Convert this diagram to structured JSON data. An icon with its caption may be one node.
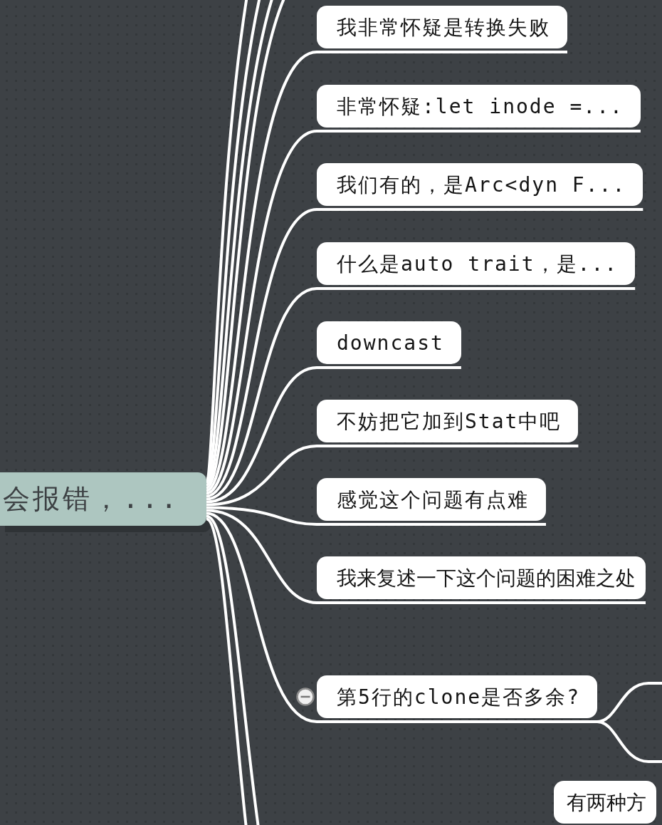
{
  "diagram": {
    "nodes": [
      {
        "text": [
          "会报错，..."
        ]
      },
      {
        "text": [
          "我非常怀疑是转换失败"
        ]
      },
      {
        "text": [
          "非常怀疑:let inode =..."
        ]
      },
      {
        "text": [
          "我们有的，是Arc<dyn F..."
        ]
      },
      {
        "text": [
          "什么是auto trait，是..."
        ]
      },
      {
        "text": [
          "downcast"
        ]
      },
      {
        "text": [
          "不妨把它加到Stat中吧"
        ]
      },
      {
        "text": [
          "感觉这个问题有点难"
        ]
      },
      {
        "text": [
          "我来复述一下这个问题的困难之处"
        ]
      },
      {
        "text": [
          "第5行的clone是否多余?"
        ]
      },
      {
        "text": [
          "有两种方"
        ]
      }
    ],
    "edges": [
      {
        "from": 0,
        "to": 1,
        "arrow": "none"
      },
      {
        "from": 0,
        "to": 2,
        "arrow": "none"
      },
      {
        "from": 0,
        "to": 3,
        "arrow": "none"
      },
      {
        "from": 0,
        "to": 4,
        "arrow": "none"
      },
      {
        "from": 0,
        "to": 5,
        "arrow": "none"
      },
      {
        "from": 0,
        "to": 6,
        "arrow": "none"
      },
      {
        "from": 0,
        "to": 7,
        "arrow": "none"
      },
      {
        "from": 0,
        "to": 8,
        "arrow": "none"
      },
      {
        "from": 0,
        "to": 9,
        "arrow": "none"
      },
      {
        "from": 0,
        "to": null,
        "arrow": "none"
      },
      {
        "from": 0,
        "to": null,
        "arrow": "none"
      },
      {
        "from": 0,
        "to": null,
        "arrow": "none"
      },
      {
        "from": 0,
        "to": null,
        "arrow": "none"
      },
      {
        "from": 0,
        "to": null,
        "arrow": "none"
      },
      {
        "from": 0,
        "to": null,
        "arrow": "none"
      },
      {
        "from": 9,
        "to": null,
        "arrow": "none"
      },
      {
        "from": 9,
        "to": null,
        "arrow": "none"
      }
    ]
  }
}
